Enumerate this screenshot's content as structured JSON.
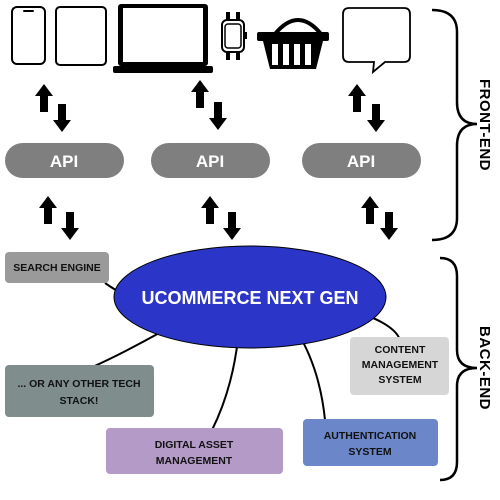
{
  "devices": [
    {
      "name": "phone-icon"
    },
    {
      "name": "tablet-icon"
    },
    {
      "name": "laptop-icon"
    },
    {
      "name": "smartwatch-icon"
    },
    {
      "name": "shopping-basket-icon"
    },
    {
      "name": "speech-bubble-icon"
    }
  ],
  "apis": [
    {
      "label": "API"
    },
    {
      "label": "API"
    },
    {
      "label": "API"
    }
  ],
  "core": {
    "label": "UCOMMERCE NEXT GEN",
    "color": "#2b35c8"
  },
  "modules": {
    "search_engine": {
      "lines": [
        "SEARCH ENGINE"
      ],
      "color": "#9a9a9a"
    },
    "other_tech": {
      "lines": [
        "... OR ANY OTHER TECH",
        "STACK!"
      ],
      "color": "#7f8d8d"
    },
    "digital_asset": {
      "lines": [
        "DIGITAL ASSET",
        "MANAGEMENT"
      ],
      "color": "#b49ac6"
    },
    "authentication": {
      "lines": [
        "AUTHENTICATION",
        "SYSTEM"
      ],
      "color": "#6b86c9"
    },
    "cms": {
      "lines": [
        "CONTENT",
        "MANAGEMENT",
        "SYSTEM"
      ],
      "color": "#d6d6d6"
    }
  },
  "sections": {
    "front_end": "FRONT-END",
    "back_end": "BACK-END"
  },
  "colors": {
    "api_pill": "#7f7f7f",
    "arrow": "#000000"
  }
}
